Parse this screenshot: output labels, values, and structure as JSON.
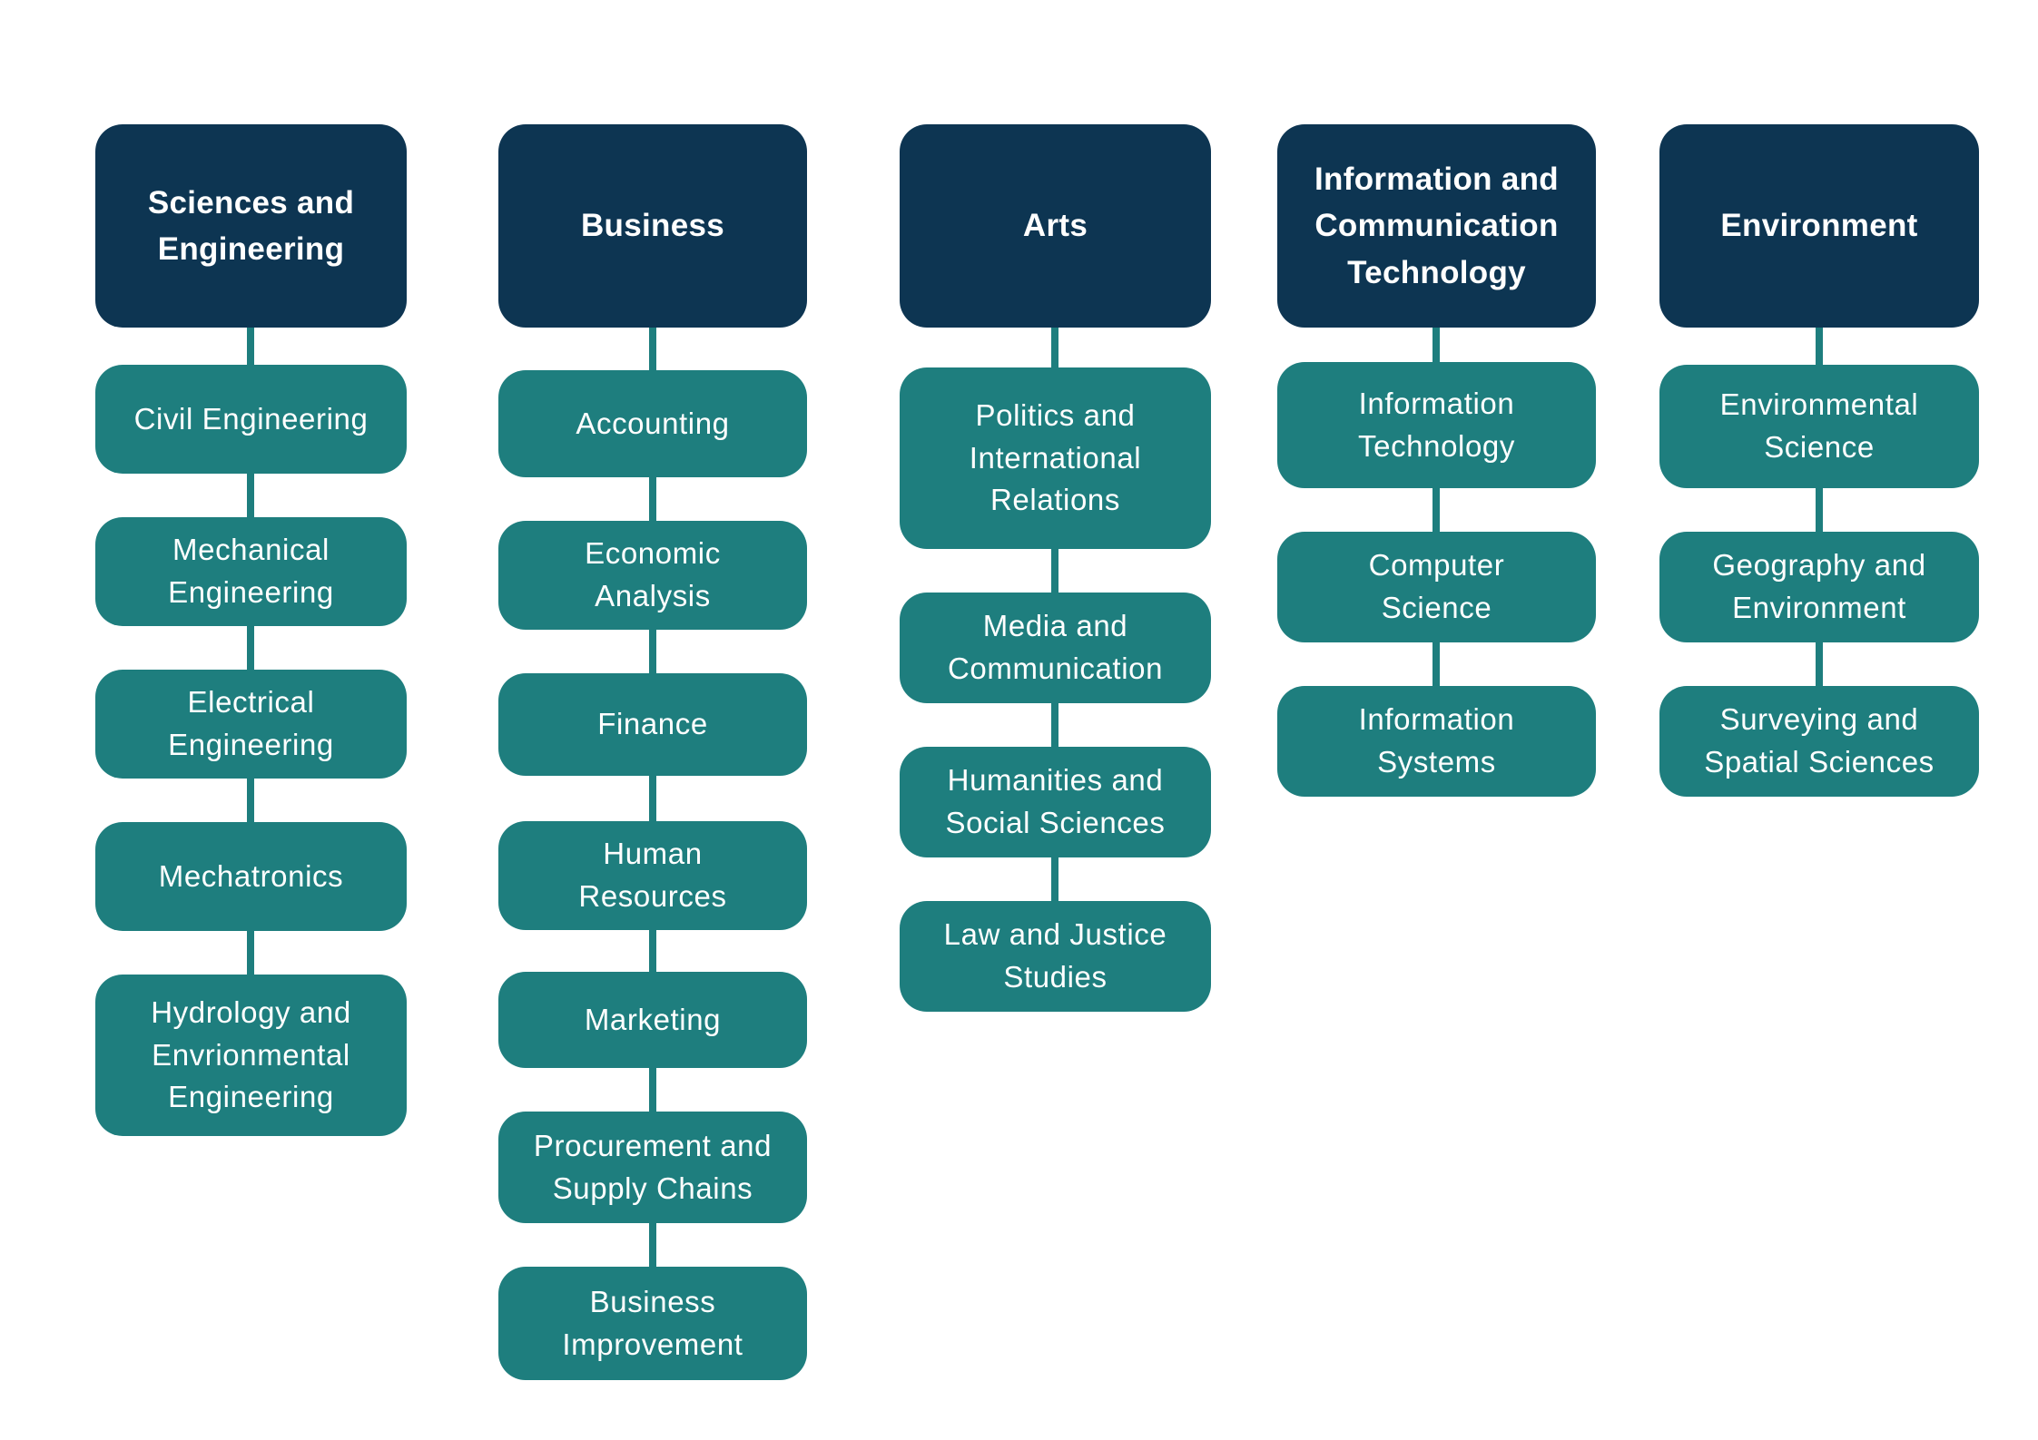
{
  "colors": {
    "page_bg": "#ffffff",
    "header_bg": "#0d3552",
    "item_bg": "#1e7e7e",
    "connector": "#1e7e7e",
    "text": "#ffffff"
  },
  "columns": [
    {
      "header": "Sciences and\nEngineering",
      "items": [
        "Civil Engineering",
        "Mechanical\nEngineering",
        "Electrical\nEngineering",
        "Mechatronics",
        "Hydrology and\nEnvrionmental\nEngineering"
      ]
    },
    {
      "header": "Business",
      "items": [
        "Accounting",
        "Economic\nAnalysis",
        "Finance",
        "Human\nResources",
        "Marketing",
        "Procurement and\nSupply Chains",
        "Business\nImprovement"
      ]
    },
    {
      "header": "Arts",
      "items": [
        "Politics and\nInternational\nRelations",
        "Media and\nCommunication",
        "Humanities and\nSocial Sciences",
        "Law and Justice\nStudies"
      ]
    },
    {
      "header": "Information and\nCommunication\nTechnology",
      "items": [
        "Information\nTechnology",
        "Computer\nScience",
        "Information\nSystems"
      ]
    },
    {
      "header": "Environment",
      "items": [
        "Environmental\nScience",
        "Geography and\nEnvironment",
        "Surveying and\nSpatial Sciences"
      ]
    }
  ]
}
